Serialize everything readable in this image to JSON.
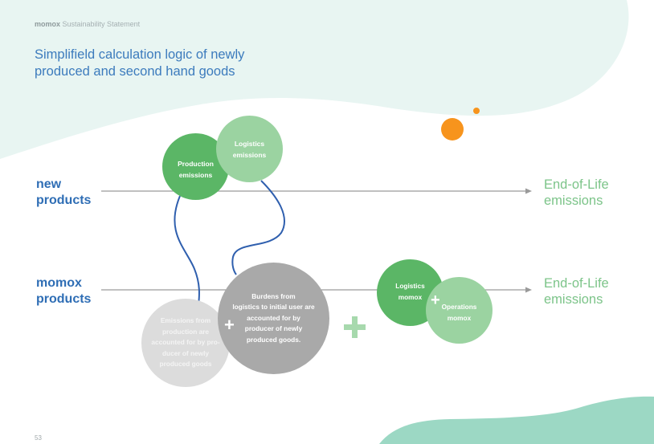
{
  "header": {
    "brand": "momox",
    "subtitle": "Sustainability Statement"
  },
  "title": {
    "line1": "Simplifield calculation logic of newly",
    "line2": "produced and second hand goods"
  },
  "rows": [
    {
      "label_line1": "new",
      "label_line2": "products",
      "end_line1": "End-of-Life",
      "end_line2": "emissions"
    },
    {
      "label_line1": "momox",
      "label_line2": "products",
      "end_line1": "End-of-Life",
      "end_line2": "emissions"
    }
  ],
  "circles": {
    "production": {
      "line1": "Production",
      "line2": "emissions",
      "color": "#5bb666"
    },
    "logistics": {
      "line1": "Logistics",
      "line2": "emissions",
      "color": "#9bd3a1"
    },
    "production_burden": {
      "lines": [
        "Emissions from",
        "production are",
        "accounted for by pro-",
        "ducer of newly",
        "produced goods"
      ],
      "color": "#dcdcdc"
    },
    "logistics_burden": {
      "lines": [
        "Burdens from",
        "logistics to initial user are",
        "accounted for by",
        "producer of newly",
        "produced goods."
      ],
      "color": "#a9a9a9"
    },
    "logistics_momox": {
      "line1": "Logistics",
      "line2": "momox",
      "color": "#5bb666"
    },
    "operations_momox": {
      "line1": "Operations",
      "line2": "momox",
      "color": "#9bd3a1"
    }
  },
  "symbols": {
    "plus": "+"
  },
  "colors": {
    "accent_blue": "#2f6eb5",
    "accent_green": "#7cc489",
    "orange": "#f7941d",
    "bg_top": "#e8f5f2",
    "bg_bottom": "#9cd8c4",
    "arrow": "#9a9a9a"
  },
  "footer": {
    "page_number": "53"
  }
}
